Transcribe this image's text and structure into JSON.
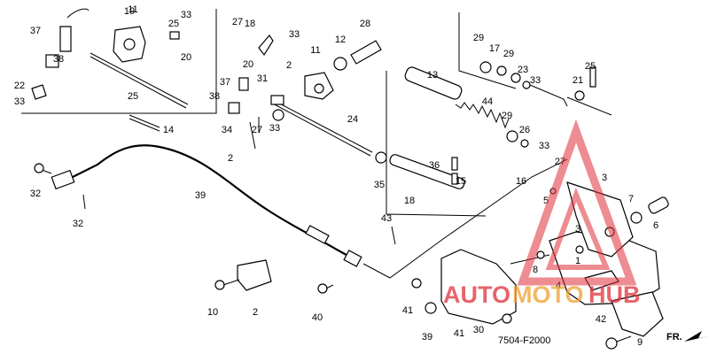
{
  "diagram": {
    "code": "7504-F2000",
    "direction_label": "FR.",
    "labels": [
      "19",
      "11",
      "33",
      "25",
      "20",
      "37",
      "38",
      "22",
      "33",
      "25",
      "18",
      "27",
      "33",
      "20",
      "37",
      "38",
      "31",
      "34",
      "27",
      "2",
      "11",
      "33",
      "2",
      "12",
      "28",
      "14",
      "13",
      "44",
      "29",
      "26",
      "29",
      "17",
      "29",
      "23",
      "33",
      "25",
      "21",
      "24",
      "35",
      "36",
      "15",
      "18",
      "33",
      "27",
      "16",
      "5",
      "3",
      "7",
      "6",
      "3",
      "1",
      "39",
      "32",
      "32",
      "43",
      "8",
      "4",
      "42",
      "9",
      "41",
      "41",
      "30",
      "39",
      "40",
      "10",
      "2"
    ]
  },
  "watermark": {
    "part1": "AUTO",
    "part2": "MOTO",
    "part3": "HUB",
    "color_red": "#e0303a",
    "color_orange": "#f0a030"
  }
}
